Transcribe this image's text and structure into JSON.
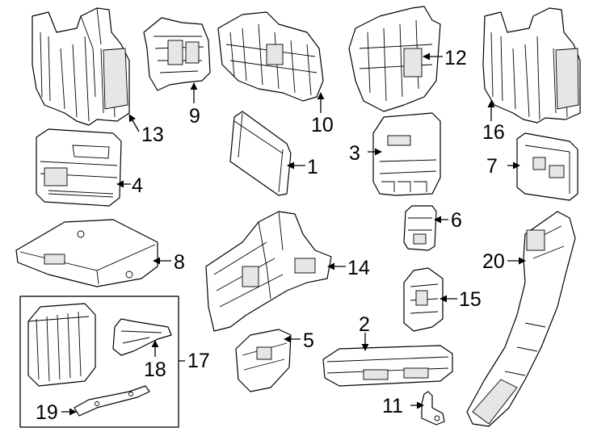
{
  "diagram": {
    "callouts": {
      "c1": "1",
      "c2": "2",
      "c3": "3",
      "c4": "4",
      "c5": "5",
      "c6": "6",
      "c7": "7",
      "c8": "8",
      "c9": "9",
      "c10": "10",
      "c11": "11",
      "c12": "12",
      "c13": "13",
      "c14": "14",
      "c15": "15",
      "c16": "16",
      "c17": "17",
      "c18": "18",
      "c19": "19",
      "c20": "20"
    },
    "colors": {
      "line": "#000000",
      "background": "#ffffff",
      "shade": "#e6e6e6"
    }
  }
}
